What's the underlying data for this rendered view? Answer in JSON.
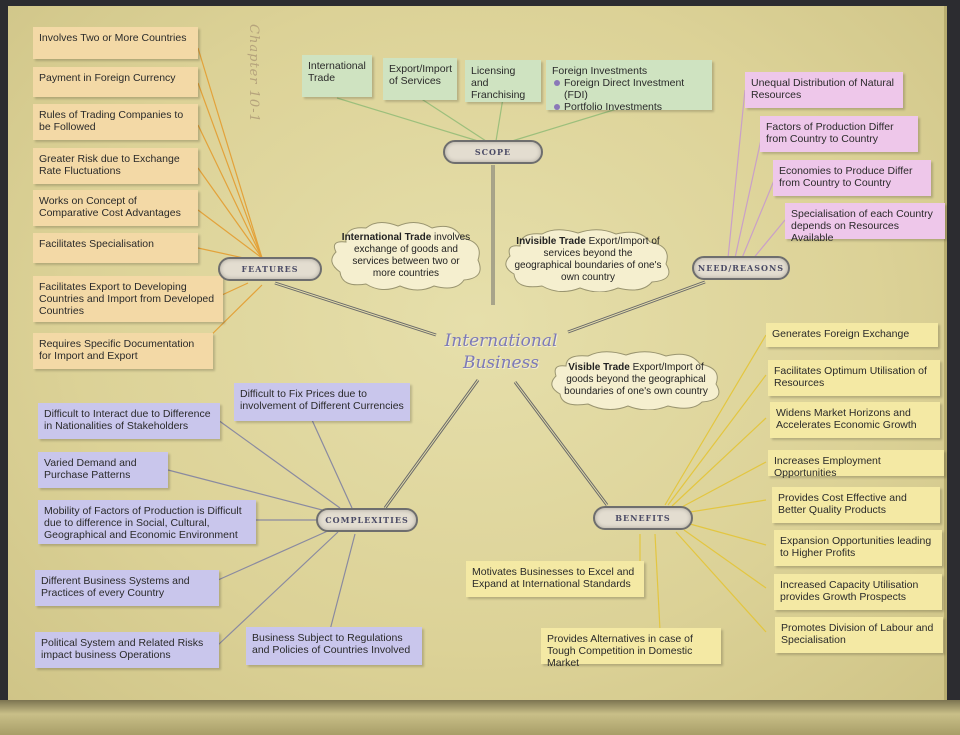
{
  "chapter_label": "Chapter 10-1",
  "center_title": {
    "line1": "International",
    "line2": "Business"
  },
  "hubs": {
    "scope": "SCOPE",
    "features": "FEATURES",
    "need": "NEED/REASONS",
    "complexities": "COMPLEXITIES",
    "benefits": "BENEFITS"
  },
  "scope_items": [
    "International Trade",
    "Export/Import of Services",
    "Licensing and Franchising"
  ],
  "scope_fdi": {
    "title": "Foreign Investments",
    "bullets": [
      "Foreign Direct Investment (FDI)",
      "Portfolio Investments"
    ]
  },
  "features": [
    "Involves Two or More Countries",
    "Payment in Foreign Currency",
    "Rules of Trading Companies to be Followed",
    "Greater Risk due to Exchange Rate Fluctuations",
    "Works on Concept of Comparative Cost Advantages",
    "Facilitates Specialisation",
    "Facilitates Export to Developing Countries and Import from Developed Countries",
    "Requires Specific Documentation for Import and Export"
  ],
  "needs": [
    "Unequal Distribution of Natural Resources",
    "Factors of Production Differ from Country to Country",
    "Economies to Produce Differ from Country to Country",
    "Specialisation of each Country depends on Resources Available"
  ],
  "complexities": [
    "Difficult to Fix Prices due to involvement of Different Currencies",
    "Difficult to Interact due to Difference in Nationalities of Stakeholders",
    "Varied Demand and Purchase Patterns",
    "Mobility of Factors of Production is Difficult due to difference in Social, Cultural, Geographical and Economic Environment",
    "Different Business Systems and Practices of every Country",
    "Political System and Related Risks impact business Operations",
    "Business Subject to Regulations and Policies of Countries Involved"
  ],
  "benefits": [
    "Generates Foreign Exchange",
    "Facilitates Optimum Utilisation of Resources",
    "Widens Market Horizons and Accelerates Economic Growth",
    "Increases Employment Opportunities",
    "Provides Cost Effective and Better Quality Products",
    "Expansion Opportunities leading to Higher Profits",
    "Increased Capacity Utilisation provides Growth Prospects",
    "Promotes Division of Labour and Specialisation",
    "Motivates Businesses to Excel and Expand at International Standards",
    "Provides Alternatives in case of Tough Competition in Domestic Market"
  ],
  "clouds": {
    "intl_trade": {
      "term": "International Trade",
      "text": "involves exchange of goods and services between two or more countries"
    },
    "invisible": {
      "term": "Invisible Trade",
      "text": "Export/Import of services beyond the geographical boundaries of one's own country"
    },
    "visible": {
      "term": "Visible Trade",
      "text": "Export/Import of goods beyond the geographical boundaries of one's own country"
    }
  },
  "colors": {
    "features": "#f3d9a6",
    "complexities": "#c9c6ec",
    "benefits": "#f4e9a4",
    "needs": "#eec7ea",
    "scope": "#cfe3c1",
    "title": "#7d7ab8"
  }
}
